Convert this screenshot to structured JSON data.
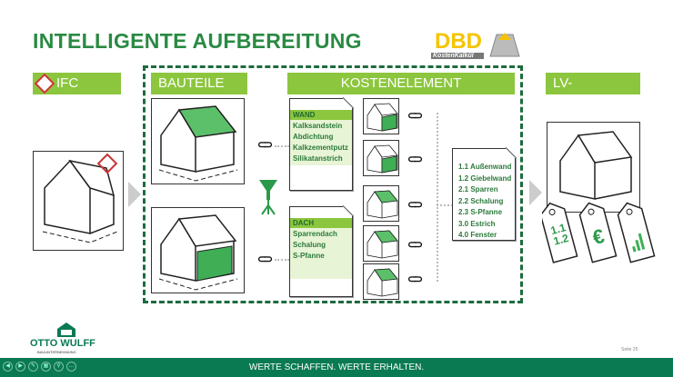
{
  "title": "INTELLIGENTE AUFBEREITUNG",
  "logo_dbd": {
    "text": "DBD",
    "sub": "KostenKalkül"
  },
  "sections": {
    "ifc": "IFC",
    "bauteile": "BAUTEILE",
    "kostenelement": "KOSTENELEMENT",
    "lv": "LV-CONTAINER"
  },
  "wand": {
    "header": "WAND",
    "items": [
      "Kalksandstein",
      "Abdichtung",
      "Kalkzementputz",
      "Silikatanstrich"
    ]
  },
  "dach": {
    "header": "DACH",
    "items": [
      "Sparrendach",
      "Schalung",
      "S-Pfanne"
    ]
  },
  "lv_items": [
    "1.1   Außenwand",
    "1.2   Giebelwand",
    "2.1  Sparren",
    "2.2  Schalung",
    "2.3  S-Pfanne",
    "3.0  Estrich",
    "4.0  Fenster"
  ],
  "tags": {
    "numbers": "1.1\n1.2",
    "currency": "€"
  },
  "company": {
    "name": "OTTO WULFF",
    "sub": "BAUUNTERNEHMUNG"
  },
  "page": "Seite 25",
  "footer": "WERTE SCHAFFEN. WERTE ERHALTEN.",
  "colors": {
    "green": "#8cc63e",
    "dark_green": "#2a8a43",
    "footer": "#0a7a52"
  }
}
